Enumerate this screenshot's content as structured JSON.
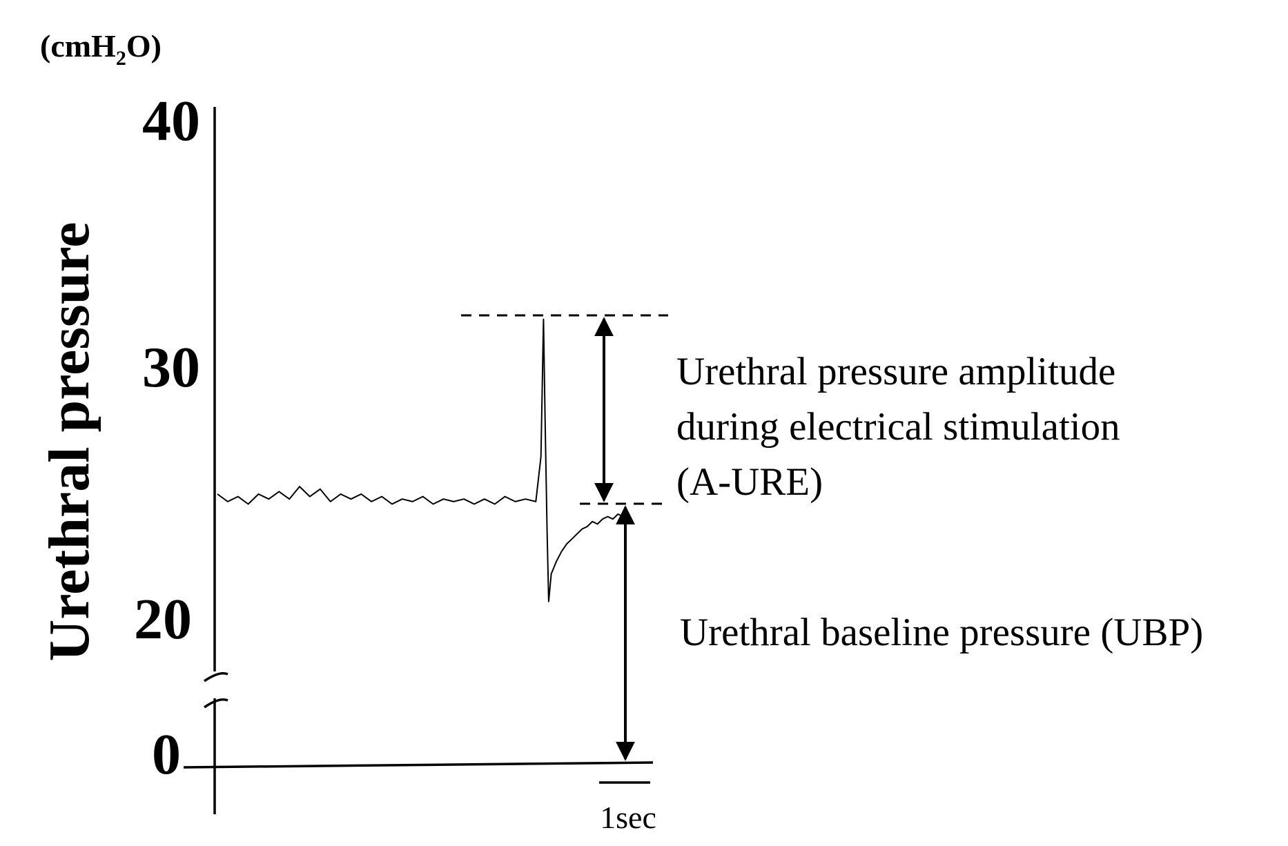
{
  "figure": {
    "unit_label": {
      "prefix": "(cmH",
      "subscript": "2",
      "suffix": "O)"
    },
    "y_axis_title": "Urethral pressure",
    "y_ticks": [
      "40",
      "30",
      "20",
      "0"
    ],
    "annotations": {
      "amplitude": [
        "Urethral pressure amplitude",
        "during electrical stimulation",
        "(A-URE)"
      ],
      "baseline": "Urethral baseline pressure (UBP)"
    },
    "scale_bar_label": "1sec",
    "axis_break": true
  },
  "chart_data": {
    "type": "line",
    "ylabel": "Urethral pressure",
    "y_unit": "cmH2O",
    "ylim": [
      0,
      40
    ],
    "y_ticks": [
      0,
      20,
      30,
      40
    ],
    "y_axis_break": [
      0,
      20
    ],
    "x_unit": "sec",
    "scale_bar_seconds": 1,
    "series": [
      {
        "x": [
          0.0,
          0.2,
          0.4,
          0.6,
          0.8,
          1.0,
          1.2,
          1.4,
          1.6,
          1.8,
          2.0,
          2.2,
          2.4,
          2.6,
          2.8,
          3.0,
          3.2,
          3.4,
          3.6,
          3.8,
          4.0,
          4.2,
          4.4,
          4.6,
          4.8,
          5.0,
          5.2,
          5.4,
          5.6,
          5.8,
          6.0,
          6.2,
          6.3,
          6.35,
          6.38,
          6.42,
          6.45,
          6.5,
          6.6,
          6.7,
          6.8,
          6.9,
          7.0,
          7.1,
          7.2,
          7.3,
          7.4,
          7.5,
          7.6,
          7.7,
          7.8,
          7.9,
          8.0
        ],
        "y": [
          25.0,
          24.7,
          24.9,
          24.6,
          25.0,
          24.8,
          25.1,
          24.8,
          25.3,
          24.9,
          25.2,
          24.7,
          25.0,
          24.8,
          25.0,
          24.7,
          24.9,
          24.6,
          24.8,
          24.7,
          24.9,
          24.6,
          24.8,
          24.7,
          24.8,
          24.6,
          24.8,
          24.6,
          24.9,
          24.7,
          24.8,
          24.7,
          26.5,
          32.0,
          28.0,
          23.5,
          20.7,
          21.8,
          22.3,
          22.7,
          23.0,
          23.2,
          23.4,
          23.6,
          23.7,
          23.9,
          23.8,
          24.0,
          24.1,
          24.0,
          24.2,
          24.1,
          24.2
        ]
      }
    ],
    "reference_levels": {
      "peak": 32,
      "baseline": 24.6,
      "zero": 0
    }
  }
}
